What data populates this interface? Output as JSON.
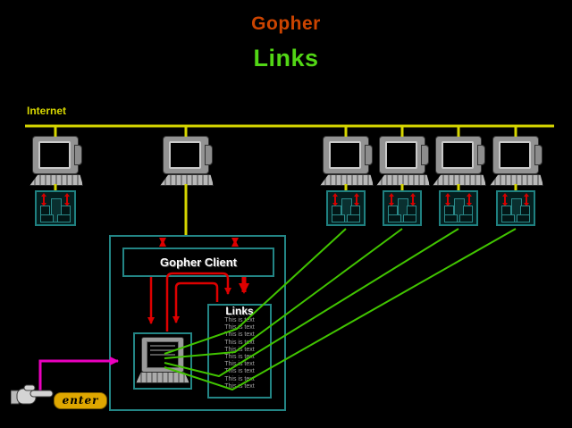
{
  "slide": {
    "title_top": "Gopher",
    "title_main": "Links"
  },
  "network": {
    "label": "Internet"
  },
  "client_area": {
    "gopher_client_label": "Gopher Client"
  },
  "links_panel": {
    "title": "Links",
    "rows": [
      "This is text",
      "This is text",
      "This is text",
      "This is text",
      "This is text",
      "This is text",
      "This is text",
      "This is text",
      "This is text",
      "This is text"
    ]
  },
  "controls": {
    "enter_label": "enter"
  },
  "icons": [
    "workstation-icon",
    "gopher-server-icon",
    "client-laptop-icon",
    "pointing-hand-icon"
  ],
  "colors": {
    "background": "#000000",
    "title_top_orange": "#cc4400",
    "title_main_green": "#52d615",
    "network_yellow": "#d6d600",
    "box_teal": "#238585",
    "arrow_red": "#dd0000",
    "link_green": "#41c400",
    "action_magenta": "#e800be",
    "button_gold": "#dfa700"
  }
}
